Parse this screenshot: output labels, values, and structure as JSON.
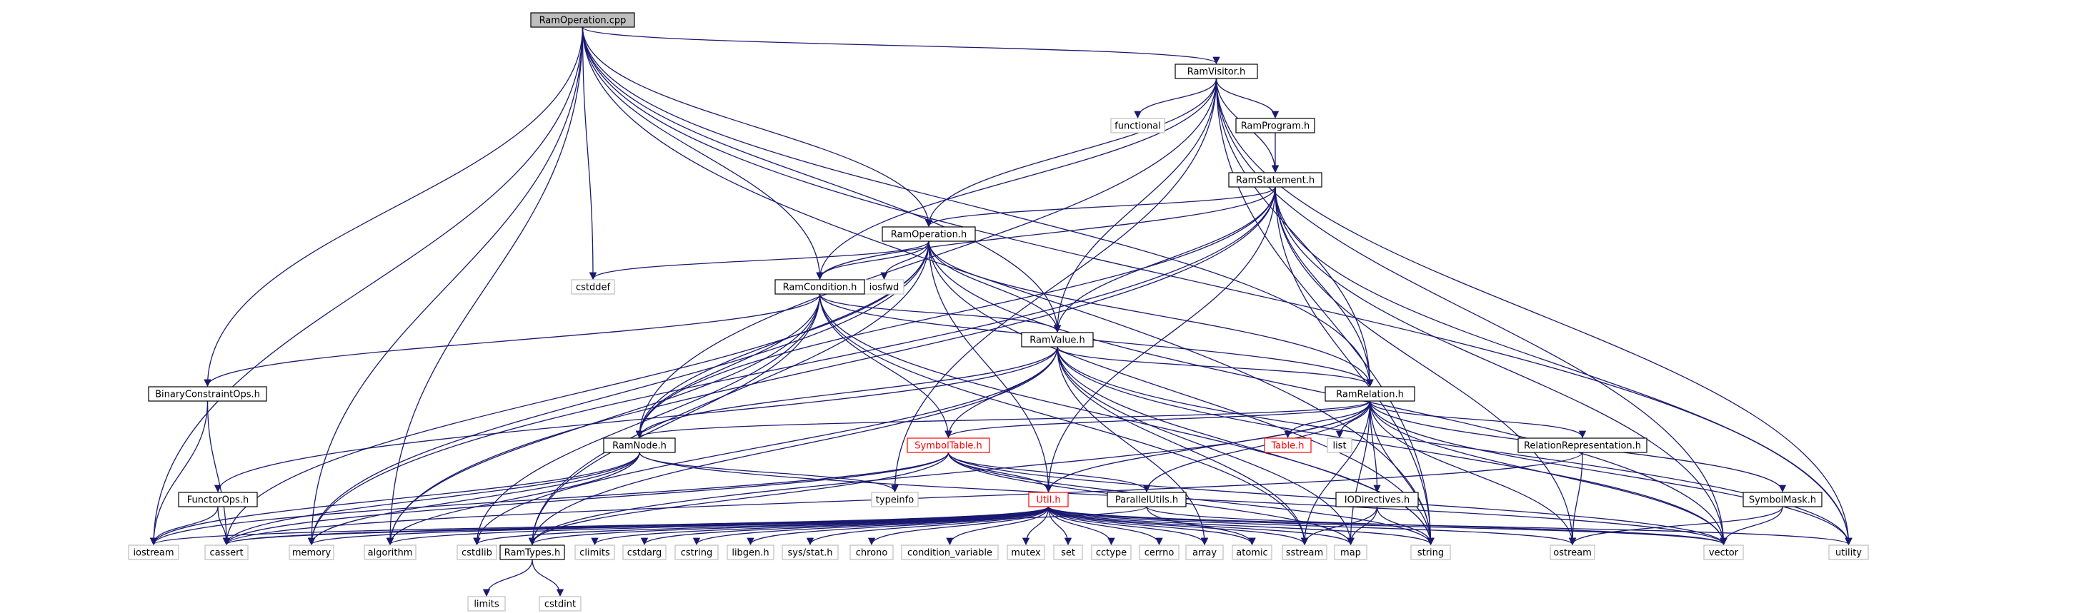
{
  "graph": {
    "colors": {
      "edge": "#191970",
      "node_border": "#000000",
      "system_border": "#bfbfbf",
      "missing_border": "#ff0000",
      "root_fill": "#bfbfbf",
      "background": "#ffffff"
    },
    "nodes": [
      {
        "id": "RamOperation.cpp",
        "label": "RamOperation.cpp",
        "kind": "root"
      },
      {
        "id": "RamVisitor.h",
        "label": "RamVisitor.h",
        "kind": "local"
      },
      {
        "id": "functional",
        "label": "functional",
        "kind": "system"
      },
      {
        "id": "RamProgram.h",
        "label": "RamProgram.h",
        "kind": "local"
      },
      {
        "id": "RamStatement.h",
        "label": "RamStatement.h",
        "kind": "local"
      },
      {
        "id": "RamOperation.h",
        "label": "RamOperation.h",
        "kind": "local"
      },
      {
        "id": "cstddef",
        "label": "cstddef",
        "kind": "system"
      },
      {
        "id": "iosfwd",
        "label": "iosfwd",
        "kind": "system"
      },
      {
        "id": "RamCondition.h",
        "label": "RamCondition.h",
        "kind": "local"
      },
      {
        "id": "RamValue.h",
        "label": "RamValue.h",
        "kind": "local"
      },
      {
        "id": "BinaryConstraintOps.h",
        "label": "BinaryConstraintOps.h",
        "kind": "local"
      },
      {
        "id": "RamRelation.h",
        "label": "RamRelation.h",
        "kind": "local"
      },
      {
        "id": "RamNode.h",
        "label": "RamNode.h",
        "kind": "local"
      },
      {
        "id": "SymbolTable.h",
        "label": "SymbolTable.h",
        "kind": "missing"
      },
      {
        "id": "Table.h",
        "label": "Table.h",
        "kind": "missing"
      },
      {
        "id": "list",
        "label": "list",
        "kind": "system"
      },
      {
        "id": "RelationRepresentation.h",
        "label": "RelationRepresentation.h",
        "kind": "local"
      },
      {
        "id": "FunctorOps.h",
        "label": "FunctorOps.h",
        "kind": "local"
      },
      {
        "id": "typeinfo",
        "label": "typeinfo",
        "kind": "system"
      },
      {
        "id": "Util.h",
        "label": "Util.h",
        "kind": "missing"
      },
      {
        "id": "ParallelUtils.h",
        "label": "ParallelUtils.h",
        "kind": "local"
      },
      {
        "id": "IODirectives.h",
        "label": "IODirectives.h",
        "kind": "local"
      },
      {
        "id": "SymbolMask.h",
        "label": "SymbolMask.h",
        "kind": "local"
      },
      {
        "id": "iostream",
        "label": "iostream",
        "kind": "system"
      },
      {
        "id": "cassert",
        "label": "cassert",
        "kind": "system"
      },
      {
        "id": "memory",
        "label": "memory",
        "kind": "system"
      },
      {
        "id": "algorithm",
        "label": "algorithm",
        "kind": "system"
      },
      {
        "id": "cstdlib",
        "label": "cstdlib",
        "kind": "system"
      },
      {
        "id": "RamTypes.h",
        "label": "RamTypes.h",
        "kind": "local"
      },
      {
        "id": "climits",
        "label": "climits",
        "kind": "system"
      },
      {
        "id": "cstdarg",
        "label": "cstdarg",
        "kind": "system"
      },
      {
        "id": "cstring",
        "label": "cstring",
        "kind": "system"
      },
      {
        "id": "libgen.h",
        "label": "libgen.h",
        "kind": "system"
      },
      {
        "id": "sys/stat.h",
        "label": "sys/stat.h",
        "kind": "system"
      },
      {
        "id": "chrono",
        "label": "chrono",
        "kind": "system"
      },
      {
        "id": "condition_variable",
        "label": "condition_variable",
        "kind": "system"
      },
      {
        "id": "mutex",
        "label": "mutex",
        "kind": "system"
      },
      {
        "id": "set",
        "label": "set",
        "kind": "system"
      },
      {
        "id": "cctype",
        "label": "cctype",
        "kind": "system"
      },
      {
        "id": "cerrno",
        "label": "cerrno",
        "kind": "system"
      },
      {
        "id": "array",
        "label": "array",
        "kind": "system"
      },
      {
        "id": "atomic",
        "label": "atomic",
        "kind": "system"
      },
      {
        "id": "sstream",
        "label": "sstream",
        "kind": "system"
      },
      {
        "id": "map",
        "label": "map",
        "kind": "system"
      },
      {
        "id": "string",
        "label": "string",
        "kind": "system"
      },
      {
        "id": "ostream",
        "label": "ostream",
        "kind": "system"
      },
      {
        "id": "vector",
        "label": "vector",
        "kind": "system"
      },
      {
        "id": "utility",
        "label": "utility",
        "kind": "system"
      },
      {
        "id": "limits",
        "label": "limits",
        "kind": "system"
      },
      {
        "id": "cstdint",
        "label": "cstdint",
        "kind": "system"
      }
    ],
    "edges": [
      [
        "RamOperation.cpp",
        "RamVisitor.h"
      ],
      [
        "RamOperation.cpp",
        "RamOperation.h"
      ],
      [
        "RamOperation.cpp",
        "cstddef"
      ],
      [
        "RamOperation.cpp",
        "RamCondition.h"
      ],
      [
        "RamOperation.cpp",
        "RamValue.h"
      ],
      [
        "RamOperation.cpp",
        "BinaryConstraintOps.h"
      ],
      [
        "RamOperation.cpp",
        "RamRelation.h"
      ],
      [
        "RamOperation.cpp",
        "iostream"
      ],
      [
        "RamOperation.cpp",
        "memory"
      ],
      [
        "RamOperation.cpp",
        "algorithm"
      ],
      [
        "RamOperation.cpp",
        "string"
      ],
      [
        "RamOperation.cpp",
        "utility"
      ],
      [
        "RamVisitor.h",
        "functional"
      ],
      [
        "RamVisitor.h",
        "RamProgram.h"
      ],
      [
        "RamVisitor.h",
        "RamStatement.h"
      ],
      [
        "RamVisitor.h",
        "RamOperation.h"
      ],
      [
        "RamVisitor.h",
        "RamCondition.h"
      ],
      [
        "RamVisitor.h",
        "RamValue.h"
      ],
      [
        "RamVisitor.h",
        "RamRelation.h"
      ],
      [
        "RamVisitor.h",
        "RamNode.h"
      ],
      [
        "RamVisitor.h",
        "typeinfo"
      ],
      [
        "RamVisitor.h",
        "vector"
      ],
      [
        "RamVisitor.h",
        "utility"
      ],
      [
        "RamVisitor.h",
        "string"
      ],
      [
        "RamProgram.h",
        "RamStatement.h"
      ],
      [
        "RamStatement.h",
        "RamOperation.h"
      ],
      [
        "RamStatement.h",
        "RamValue.h"
      ],
      [
        "RamStatement.h",
        "RamRelation.h"
      ],
      [
        "RamStatement.h",
        "RamNode.h"
      ],
      [
        "RamStatement.h",
        "Util.h"
      ],
      [
        "RamStatement.h",
        "memory"
      ],
      [
        "RamStatement.h",
        "algorithm"
      ],
      [
        "RamStatement.h",
        "string"
      ],
      [
        "RamStatement.h",
        "vector"
      ],
      [
        "RamStatement.h",
        "ostream"
      ],
      [
        "RamStatement.h",
        "utility"
      ],
      [
        "RamStatement.h",
        "RamCondition.h"
      ],
      [
        "RamOperation.h",
        "cstddef"
      ],
      [
        "RamOperation.h",
        "iosfwd"
      ],
      [
        "RamOperation.h",
        "RamCondition.h"
      ],
      [
        "RamOperation.h",
        "RamValue.h"
      ],
      [
        "RamOperation.h",
        "RamRelation.h"
      ],
      [
        "RamOperation.h",
        "RamNode.h"
      ],
      [
        "RamOperation.h",
        "Util.h"
      ],
      [
        "RamOperation.h",
        "memory"
      ],
      [
        "RamOperation.h",
        "cassert"
      ],
      [
        "RamOperation.h",
        "RamTypes.h"
      ],
      [
        "RamOperation.h",
        "string"
      ],
      [
        "RamOperation.h",
        "vector"
      ],
      [
        "RamCondition.h",
        "RamValue.h"
      ],
      [
        "RamCondition.h",
        "RamRelation.h"
      ],
      [
        "RamCondition.h",
        "BinaryConstraintOps.h"
      ],
      [
        "RamCondition.h",
        "RamNode.h"
      ],
      [
        "RamCondition.h",
        "SymbolTable.h"
      ],
      [
        "RamCondition.h",
        "algorithm"
      ],
      [
        "RamCondition.h",
        "cstdlib"
      ],
      [
        "RamCondition.h",
        "RamTypes.h"
      ],
      [
        "RamCondition.h",
        "sstream"
      ],
      [
        "RamCondition.h",
        "string"
      ],
      [
        "RamValue.h",
        "RamRelation.h"
      ],
      [
        "RamValue.h",
        "RamNode.h"
      ],
      [
        "RamValue.h",
        "SymbolTable.h"
      ],
      [
        "RamValue.h",
        "FunctorOps.h"
      ],
      [
        "RamValue.h",
        "RamTypes.h"
      ],
      [
        "RamValue.h",
        "cstdlib"
      ],
      [
        "RamValue.h",
        "array"
      ],
      [
        "RamValue.h",
        "sstream"
      ],
      [
        "RamValue.h",
        "string"
      ],
      [
        "RamValue.h",
        "utility"
      ],
      [
        "RamValue.h",
        "vector"
      ],
      [
        "RamValue.h",
        "map"
      ],
      [
        "BinaryConstraintOps.h",
        "iostream"
      ],
      [
        "BinaryConstraintOps.h",
        "cassert"
      ],
      [
        "RamRelation.h",
        "RamNode.h"
      ],
      [
        "RamRelation.h",
        "SymbolTable.h"
      ],
      [
        "RamRelation.h",
        "Table.h"
      ],
      [
        "RamRelation.h",
        "list"
      ],
      [
        "RamRelation.h",
        "RelationRepresentation.h"
      ],
      [
        "RamRelation.h",
        "Util.h"
      ],
      [
        "RamRelation.h",
        "ParallelUtils.h"
      ],
      [
        "RamRelation.h",
        "IODirectives.h"
      ],
      [
        "RamRelation.h",
        "SymbolMask.h"
      ],
      [
        "RamRelation.h",
        "RamTypes.h"
      ],
      [
        "RamRelation.h",
        "string"
      ],
      [
        "RamRelation.h",
        "map"
      ],
      [
        "RamRelation.h",
        "vector"
      ],
      [
        "RamRelation.h",
        "utility"
      ],
      [
        "RamRelation.h",
        "ostream"
      ],
      [
        "RamRelation.h",
        "sstream"
      ],
      [
        "RamNode.h",
        "typeinfo"
      ],
      [
        "RamNode.h",
        "iostream"
      ],
      [
        "RamNode.h",
        "cassert"
      ],
      [
        "RamNode.h",
        "memory"
      ],
      [
        "RamNode.h",
        "algorithm"
      ],
      [
        "RamNode.h",
        "vector"
      ],
      [
        "SymbolTable.h",
        "Util.h"
      ],
      [
        "SymbolTable.h",
        "ParallelUtils.h"
      ],
      [
        "SymbolTable.h",
        "RamTypes.h"
      ],
      [
        "SymbolTable.h",
        "iostream"
      ],
      [
        "SymbolTable.h",
        "cassert"
      ],
      [
        "SymbolTable.h",
        "string"
      ],
      [
        "SymbolTable.h",
        "map"
      ],
      [
        "SymbolTable.h",
        "vector"
      ],
      [
        "RelationRepresentation.h",
        "ostream"
      ],
      [
        "RelationRepresentation.h",
        "cassert"
      ],
      [
        "FunctorOps.h",
        "iostream"
      ],
      [
        "FunctorOps.h",
        "cassert"
      ],
      [
        "Util.h",
        "cassert"
      ],
      [
        "Util.h",
        "memory"
      ],
      [
        "Util.h",
        "algorithm"
      ],
      [
        "Util.h",
        "cstdlib"
      ],
      [
        "Util.h",
        "RamTypes.h"
      ],
      [
        "Util.h",
        "climits"
      ],
      [
        "Util.h",
        "cstdarg"
      ],
      [
        "Util.h",
        "cstring"
      ],
      [
        "Util.h",
        "libgen.h"
      ],
      [
        "Util.h",
        "sys/stat.h"
      ],
      [
        "Util.h",
        "chrono"
      ],
      [
        "Util.h",
        "condition_variable"
      ],
      [
        "Util.h",
        "mutex"
      ],
      [
        "Util.h",
        "set"
      ],
      [
        "Util.h",
        "cctype"
      ],
      [
        "Util.h",
        "cerrno"
      ],
      [
        "Util.h",
        "array"
      ],
      [
        "Util.h",
        "atomic"
      ],
      [
        "Util.h",
        "sstream"
      ],
      [
        "Util.h",
        "map"
      ],
      [
        "Util.h",
        "string"
      ],
      [
        "Util.h",
        "ostream"
      ],
      [
        "Util.h",
        "vector"
      ],
      [
        "Util.h",
        "utility"
      ],
      [
        "Util.h",
        "iostream"
      ],
      [
        "ParallelUtils.h",
        "atomic"
      ],
      [
        "ParallelUtils.h",
        "cassert"
      ],
      [
        "ParallelUtils.h",
        "vector"
      ],
      [
        "IODirectives.h",
        "map"
      ],
      [
        "IODirectives.h",
        "sstream"
      ],
      [
        "IODirectives.h",
        "string"
      ],
      [
        "SymbolMask.h",
        "ostream"
      ],
      [
        "SymbolMask.h",
        "vector"
      ],
      [
        "RamTypes.h",
        "limits"
      ],
      [
        "RamTypes.h",
        "cstdint"
      ]
    ]
  }
}
